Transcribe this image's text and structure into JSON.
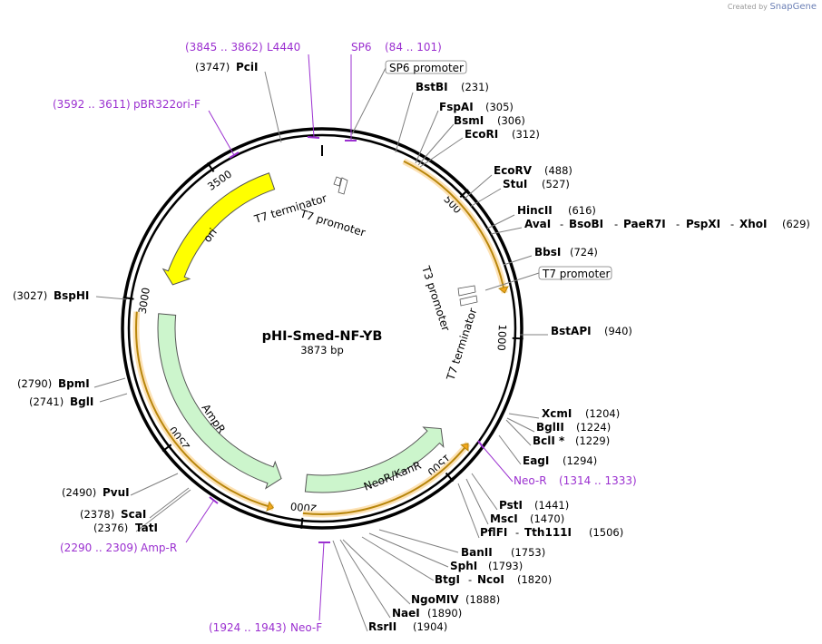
{
  "credit": {
    "prefix": "Created by",
    "brand": "SnapGene"
  },
  "plasmid": {
    "name": "pHI-Smed-NF-YB",
    "length_label": "3873 bp",
    "length": 3873
  },
  "ticks": [
    {
      "bp": 500,
      "label": "500"
    },
    {
      "bp": 1000,
      "label": "1000"
    },
    {
      "bp": 1500,
      "label": "1500"
    },
    {
      "bp": 2000,
      "label": "2000"
    },
    {
      "bp": 2500,
      "label": "2500"
    },
    {
      "bp": 3000,
      "label": "3000"
    },
    {
      "bp": 3500,
      "label": "3500"
    }
  ],
  "features": [
    {
      "name": "ori",
      "start": 3080,
      "end": 3670,
      "strand": -1,
      "color": "#ffff00",
      "ring": "inner"
    },
    {
      "name": "AmpR",
      "start": 2100,
      "end": 2960,
      "strand": -1,
      "color": "#ccf5cc",
      "ring": "inner"
    },
    {
      "name": "NeoR/KanR",
      "start": 1400,
      "end": 2000,
      "strand": -1,
      "color": "#ccf5cc",
      "ring": "inner"
    },
    {
      "name": "T7 terminator",
      "name2": "T7 promoter"
    },
    {
      "name": "T3 promoter",
      "name2": "T7 terminator"
    }
  ],
  "orfs": [
    {
      "start": 280,
      "end": 850,
      "strand": 1,
      "color": "#f2a71b"
    },
    {
      "start": 1380,
      "end": 2000,
      "strand": -1,
      "color": "#f2a71b"
    },
    {
      "start": 2100,
      "end": 2960,
      "strand": -1,
      "color": "#f2a71b"
    }
  ],
  "sites": [
    {
      "name": "BstBI",
      "pos": "(231)"
    },
    {
      "name": "FspAI",
      "pos": "(305)"
    },
    {
      "name": "BsmI",
      "pos": "(306)"
    },
    {
      "name": "EcoRI",
      "pos": "(312)"
    },
    {
      "name": "EcoRV",
      "pos": "(488)"
    },
    {
      "name": "StuI",
      "pos": "(527)"
    },
    {
      "name": "HincII",
      "pos": "(616)"
    },
    {
      "name": "AvaI",
      "name_b": "BsoBI",
      "name_c": "PaeR7I",
      "name_d": "PspXI",
      "name_e": "XhoI",
      "sep": "-",
      "pos": "(629)"
    },
    {
      "name": "BbsI",
      "pos": "(724)"
    },
    {
      "name": "BstAPI",
      "pos": "(940)"
    },
    {
      "name": "XcmI",
      "pos": "(1204)"
    },
    {
      "name": "BglII",
      "pos": "(1224)"
    },
    {
      "name": "BclI *",
      "pos": "(1229)"
    },
    {
      "name": "EagI",
      "pos": "(1294)"
    },
    {
      "name": "PstI",
      "pos": "(1441)"
    },
    {
      "name": "MscI",
      "pos": "(1470)"
    },
    {
      "name": "PflFI",
      "name_b": "Tth111I",
      "sep": "-",
      "pos": "(1506)"
    },
    {
      "name": "BanII",
      "pos": "(1753)"
    },
    {
      "name": "SphI",
      "pos": "(1793)"
    },
    {
      "name": "BtgI",
      "name_b": "NcoI",
      "sep": "-",
      "pos": "(1820)"
    },
    {
      "name": "NgoMIV",
      "pos": "(1888)"
    },
    {
      "name": "NaeI",
      "pos": "(1890)"
    },
    {
      "name": "RsrII",
      "pos": "(1904)"
    },
    {
      "name": "PvuI",
      "pos": "(2490)"
    },
    {
      "name": "ScaI",
      "pos": "(2378)"
    },
    {
      "name": "TatI",
      "pos": "(2376)"
    },
    {
      "name": "BglI",
      "pos": "(2741)"
    },
    {
      "name": "BpmI",
      "pos": "(2790)"
    },
    {
      "name": "BspHI",
      "pos": "(3027)"
    },
    {
      "name": "PciI",
      "pos": "(3747)"
    }
  ],
  "primers": [
    {
      "name": "SP6",
      "range": "(84 .. 101)"
    },
    {
      "name": "L4440",
      "range": "(3845 .. 3862)"
    },
    {
      "name": "pBR322ori-F",
      "range": "(3592 .. 3611)"
    },
    {
      "name": "Neo-R",
      "range": "(1314 .. 1333)"
    },
    {
      "name": "Neo-F",
      "range": "(1924 .. 1943)"
    },
    {
      "name": "Amp-R",
      "range": "(2290 .. 2309)"
    }
  ],
  "boxed_labels": [
    {
      "name": "SP6 promoter"
    },
    {
      "name": "T7 promoter"
    }
  ],
  "colors": {
    "backbone": "#000000",
    "primer": "#9b30d0",
    "orf": "#f2a71b",
    "ori": "#ffff00",
    "resistance": "#ccf5cc"
  }
}
